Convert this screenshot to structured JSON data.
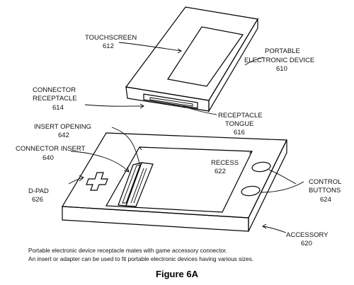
{
  "labels": {
    "touchscreen": {
      "name": "TOUCHSCREEN",
      "ref": "612"
    },
    "portable_device": {
      "line1": "PORTABLE",
      "line2": "ELECTRONIC DEVICE",
      "ref": "610"
    },
    "connector_receptacle": {
      "line1": "CONNECTOR",
      "line2": "RECEPTACLE",
      "ref": "614"
    },
    "receptacle_tongue": {
      "line1": "RECEPTACLE",
      "line2": "TONGUE",
      "ref": "616"
    },
    "insert_opening": {
      "name": "INSERT OPENING",
      "ref": "642"
    },
    "connector_insert": {
      "name": "CONNECTOR INSERT",
      "ref": "640"
    },
    "recess": {
      "name": "RECESS",
      "ref": "622"
    },
    "control_buttons": {
      "line1": "CONTROL",
      "line2": "BUTTONS",
      "ref": "624"
    },
    "dpad": {
      "name": "D-PAD",
      "ref": "626"
    },
    "accessory": {
      "name": "ACCESSORY",
      "ref": "620"
    }
  },
  "caption": {
    "line1": "Portable electronic device receptacle mates with game accessory connector.",
    "line2": "An insert or adapter can be used to fit portable electronic devices having various sizes."
  },
  "figure_title": "Figure 6A"
}
